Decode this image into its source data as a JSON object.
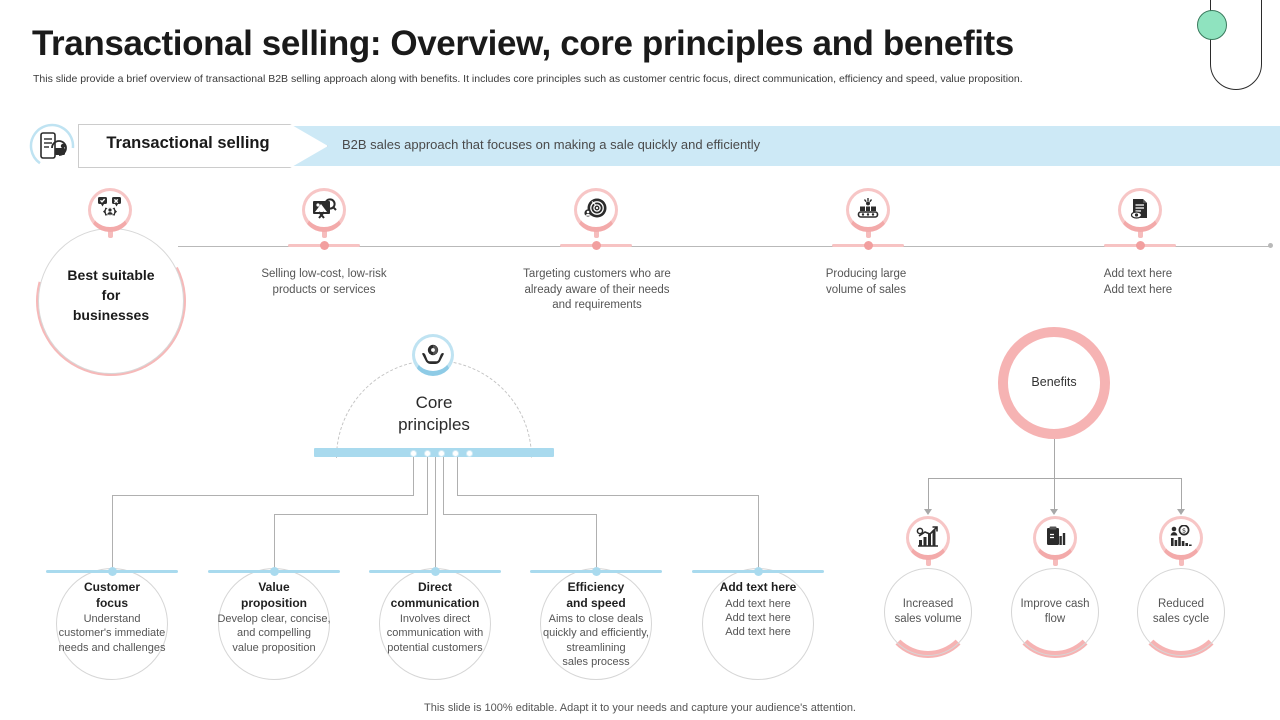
{
  "header": {
    "title": "Transactional selling: Overview, core principles and benefits",
    "subtitle": "This slide provide a brief overview of transactional B2B selling approach along with benefits. It includes core principles such as customer centric focus, direct communication, efficiency and speed, value proposition."
  },
  "band": {
    "icon": "mobile-refresh-icon",
    "label": "Transactional selling",
    "description": "B2B sales approach that focuses on making a sale quickly and efficiently"
  },
  "hero": {
    "icon": "settings-approval-icon",
    "label": "Best suitable\nfor\nbusinesses",
    "label_lines": [
      "Best suitable",
      "for",
      "businesses"
    ]
  },
  "timeline": [
    {
      "icon": "discount-tag-icon",
      "text": "Selling low-cost, low-risk\nproducts or services",
      "lines": [
        "Selling low-cost, low-risk",
        "products or services"
      ]
    },
    {
      "icon": "target-customer-icon",
      "text": "Targeting customers who are already aware of their needs and requirements",
      "lines": [
        "Targeting customers who are",
        "already aware of their needs",
        "and requirements"
      ]
    },
    {
      "icon": "production-line-icon",
      "text": "Producing large volume of sales",
      "lines": [
        "Producing large",
        "volume of sales"
      ]
    },
    {
      "icon": "document-review-icon",
      "text": "Add text here Add text here",
      "lines": [
        "Add text here",
        "Add text here"
      ]
    }
  ],
  "core": {
    "icon": "hands-care-icon",
    "title_lines": [
      "Core",
      "principles"
    ],
    "items": [
      {
        "title_lines": [
          "Customer",
          "focus"
        ],
        "desc_lines": [
          "Understand",
          "customer's immediate",
          "needs and challenges"
        ]
      },
      {
        "title_lines": [
          "Value",
          "proposition"
        ],
        "desc_lines": [
          "Develop clear, concise,",
          "and compelling",
          "value proposition"
        ]
      },
      {
        "title_lines": [
          "Direct",
          "communication"
        ],
        "desc_lines": [
          "Involves direct",
          "communication with",
          "potential customers"
        ]
      },
      {
        "title_lines": [
          "Efficiency",
          "and speed"
        ],
        "desc_lines": [
          "Aims to close deals",
          "quickly and efficiently,",
          "streamlining",
          "sales process"
        ]
      },
      {
        "title_lines": [
          "Add text here"
        ],
        "desc_lines": [
          "Add text here",
          "Add text here",
          "Add text here"
        ]
      }
    ]
  },
  "benefits": {
    "label": "Benefits",
    "items": [
      {
        "icon": "growth-chart-icon",
        "lines": [
          "Increased",
          "sales volume"
        ]
      },
      {
        "icon": "cash-report-icon",
        "lines": [
          "Improve  cash",
          "flow"
        ]
      },
      {
        "icon": "sales-analytics-icon",
        "lines": [
          "Reduced",
          "sales cycle"
        ]
      }
    ]
  },
  "footer": {
    "note": "This slide is 100% editable. Adapt it to your needs and capture your audience's attention."
  },
  "colors": {
    "pink": "#f6b3b3",
    "pink_light": "#f7c6c6",
    "blue": "#a9daee",
    "band_blue": "#cde9f6",
    "mint": "#8fe3bf",
    "text_dark": "#1a1a1a",
    "text_gray": "#555555"
  }
}
